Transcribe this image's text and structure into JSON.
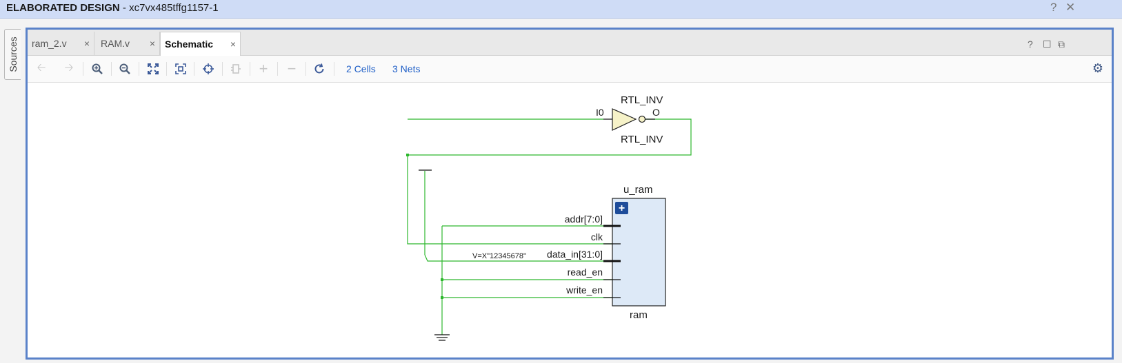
{
  "window": {
    "title_bold": "ELABORATED DESIGN",
    "title_rest": " - xc7vx485tffg1157-1",
    "help_icon": "?",
    "close_icon": "✕"
  },
  "side_tab": {
    "label": "Sources"
  },
  "tabs": [
    {
      "label": "ram_2.v",
      "close": "×",
      "active": false
    },
    {
      "label": "RAM.v",
      "close": "×",
      "active": false
    },
    {
      "label": "Schematic",
      "close": "×",
      "active": true
    }
  ],
  "window_controls": {
    "help": "?",
    "maximize": "☐",
    "float": "⧉"
  },
  "toolbar": {
    "icons": [
      "back-arrow-icon",
      "forward-arrow-icon",
      "zoom-in-icon",
      "zoom-out-icon",
      "fit-to-screen-icon",
      "zoom-to-selection-icon",
      "select-crosshair-icon",
      "expand-cell-icon",
      "add-icon",
      "remove-icon",
      "refresh-icon"
    ],
    "cells_link": "2 Cells",
    "nets_link": "3 Nets",
    "settings_icon": "gear-icon"
  },
  "schematic": {
    "inverter": {
      "name_top": "RTL_INV",
      "type_bottom": "RTL_INV",
      "input_pin": "I0",
      "output_pin": "O"
    },
    "ram": {
      "instance": "u_ram",
      "type": "ram",
      "expand": "+",
      "pins": [
        "addr[7:0]",
        "clk",
        "data_in[31:0]",
        "read_en",
        "write_en"
      ]
    },
    "const_value": "V=X\"12345678\"",
    "colors": {
      "net": "#2db82d",
      "inverter_fill": "#f6f2c8",
      "block_fill": "#dde9f7",
      "wire_pin": "#111111"
    }
  }
}
